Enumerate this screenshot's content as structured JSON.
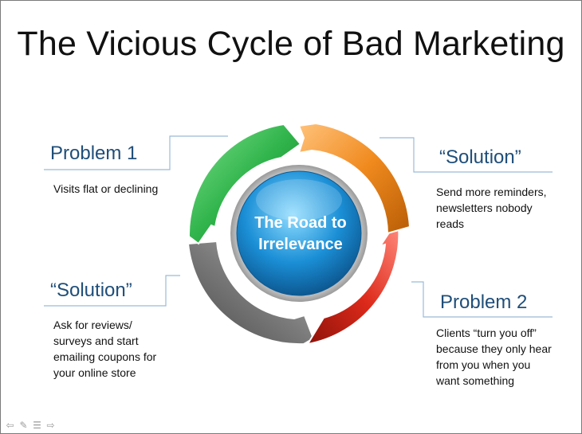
{
  "slide": {
    "title": "The Vicious Cycle of Bad Marketing",
    "center_label_line1": "The Road to",
    "center_label_line2": "Irrelevance",
    "callouts": {
      "top_left": {
        "heading": "Problem 1",
        "lines": [
          "Visits flat or declining"
        ]
      },
      "top_right": {
        "heading": "“Solution”",
        "lines": [
          "Send more reminders,",
          "newsletters nobody",
          "reads"
        ]
      },
      "bottom_left": {
        "heading": "“Solution”",
        "lines": [
          "Ask for reviews/",
          "surveys and start",
          "emailing coupons for",
          "your online store"
        ]
      },
      "bottom_right": {
        "heading": "Problem 2",
        "lines": [
          "Clients “turn you off”",
          "because they only hear",
          "from you when you",
          "want something"
        ]
      }
    },
    "cycle_colors": {
      "green": "#2fb34a",
      "orange": "#f08a1e",
      "red": "#dd2a1b",
      "gray": "#6f6f6f",
      "center": "#1b8fd6",
      "callout_line": "#9bbad8",
      "heading": "#1f4e79"
    }
  },
  "nav": {
    "icons": [
      "prev-arrow-icon",
      "pen-icon",
      "menu-icon",
      "next-arrow-icon"
    ]
  }
}
